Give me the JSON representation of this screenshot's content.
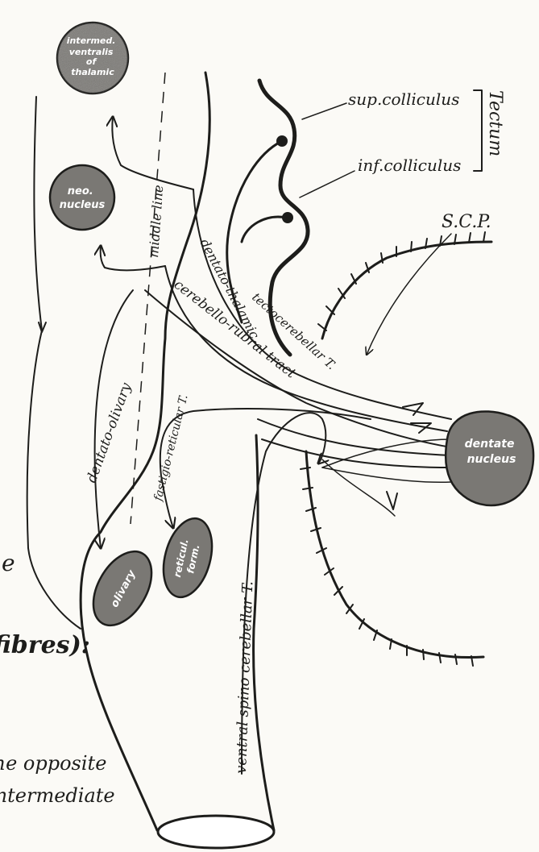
{
  "nodes": {
    "intermediate_ventralis_thalamic": {
      "lines": [
        "intermed.",
        "ventralis",
        "of",
        "thalamic"
      ]
    },
    "neo_nucleus": {
      "lines": [
        "neo.",
        "nucleus"
      ]
    },
    "olivary": {
      "text": "olivary"
    },
    "reticular": {
      "lines": [
        "reticul.",
        "form."
      ]
    },
    "dentate_nucleus": {
      "lines": [
        "dentate",
        "nucleus"
      ]
    }
  },
  "labels": {
    "sup_colliculus": "sup.colliculus",
    "inf_colliculus": "inf.colliculus",
    "tectum": "Tectum",
    "scp": "S.C.P.",
    "middle_line": "middle line",
    "dentato_thalamic": "dentato-thalamic",
    "tectocerebellar": "tectocerebellar T.",
    "cerebello_rubral": "cerebello-rubral tract",
    "dentato_olivary": "dentato-olivary",
    "fastigio_reticular": "fastigio-reticular T.",
    "ventral_spinocerebellar": "ventral spino cerebellar T."
  },
  "margin_text": {
    "e": "e",
    "fibres": "fibres):",
    "opposite": "the opposite",
    "intermediate": "intermediate"
  },
  "colors": {
    "ink": "#1d1d1b",
    "node_fill": "#7a7874",
    "paper": "#fbfaf6"
  }
}
